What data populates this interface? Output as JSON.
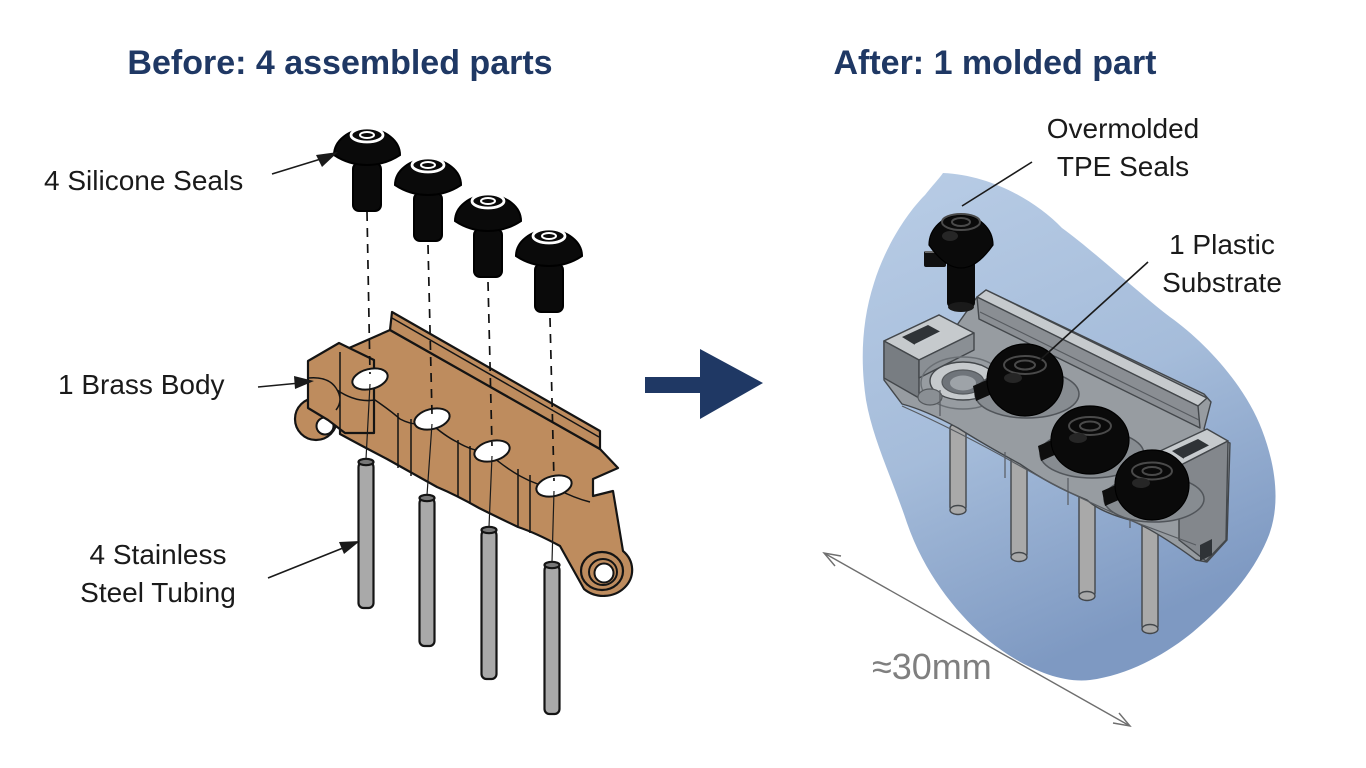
{
  "diagram": {
    "before": {
      "title": "Before: 4 assembled parts",
      "label_seals": "4 Silicone Seals",
      "label_body": "1 Brass Body",
      "label_tubing": "4 Stainless\nSteel Tubing",
      "part_counts": {
        "silicone_seals": 4,
        "brass_body": 1,
        "stainless_steel_tubes": 4
      }
    },
    "after": {
      "title": "After: 1 molded part",
      "label_seals": "Overmolded\nTPE Seals",
      "label_substrate": "1 Plastic\nSubstrate",
      "dimension_label": "≈30mm"
    }
  },
  "colors": {
    "title_navy": "#1F3864",
    "arrow_navy": "#1F3864",
    "label_text": "#1A1A1A",
    "brass": "#BE8C5E",
    "outline_black": "#141414",
    "tube_gray": "#A9A9A9",
    "seal_black": "#0A0A0A",
    "blob_blue_light": "#B9CDE6",
    "blob_blue_mid": "#A5BCDA",
    "blob_blue_dark": "#7E99C2",
    "part_gray_light": "#C6CACD",
    "part_gray_mid": "#979CA1",
    "part_gray_dark": "#83878C",
    "dimension_gray": "#7F7F7F"
  }
}
